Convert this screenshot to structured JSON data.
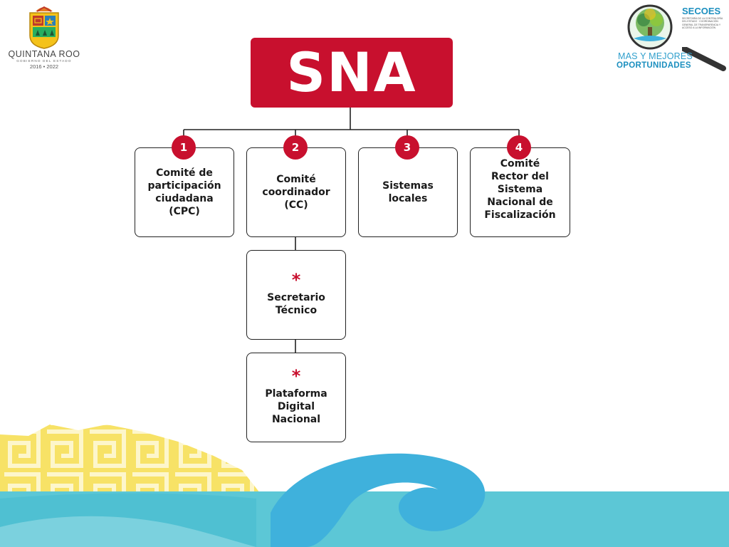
{
  "header": {
    "left_logo": {
      "name": "QUINTANA ROO",
      "subtitle": "GOBIERNO DEL ESTADO",
      "years": "2016 • 2022"
    },
    "right_logo": {
      "name": "SECOES",
      "small_text": "SECRETARÍA DE LA CONTRALORÍA DEL ESTADO · COORDINACIÓN GENERAL DE TRANSPARENCIA Y ACCESO A LA INFORMACIÓN",
      "slogan_line1": "MAS Y MEJORES",
      "slogan_line2": "OPORTUNIDADES"
    }
  },
  "diagram": {
    "root": "SNA",
    "branches": [
      {
        "badge": "1",
        "label": "Comité de\nparticipación\nciudadana\n(CPC)"
      },
      {
        "badge": "2",
        "label": "Comité\ncoordinador\n(CC)"
      },
      {
        "badge": "3",
        "label": "Sistemas\nlocales"
      },
      {
        "badge": "4",
        "label": "Comité\nRector del\nSistema\nNacional de\nFiscalización"
      }
    ],
    "sub_nodes": [
      {
        "marker": "*",
        "label": "Secretario\nTécnico"
      },
      {
        "marker": "*",
        "label": "Plataforma\nDigital\nNacional"
      }
    ]
  },
  "colors": {
    "accent_red": "#c8102e",
    "wave_teal": "#5cc7d6",
    "wave_blue": "#3fb1dc",
    "pattern_yellow": "#f7e05e"
  }
}
